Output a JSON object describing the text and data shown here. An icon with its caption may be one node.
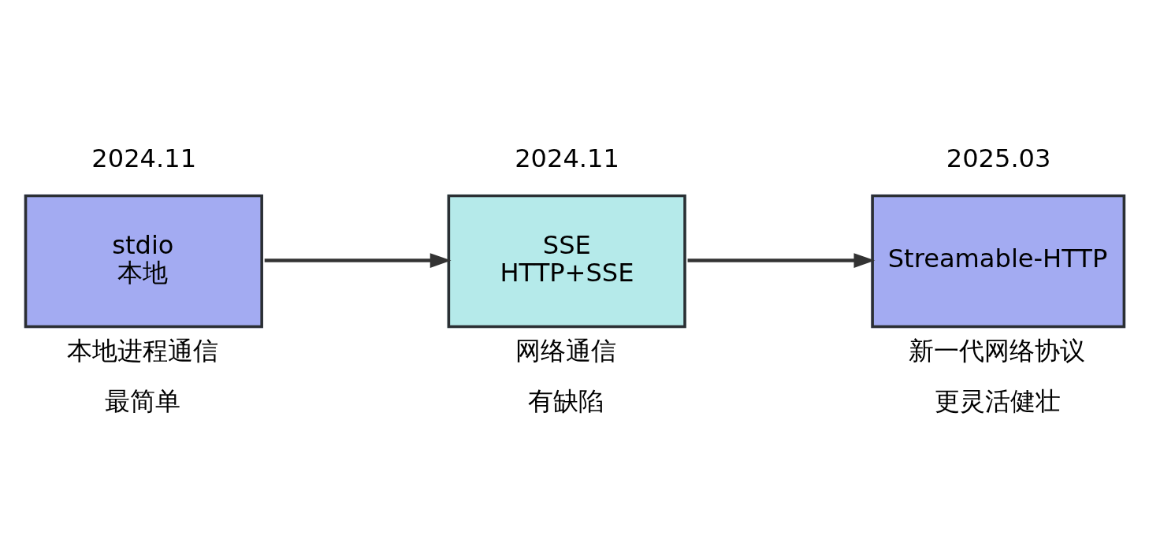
{
  "diagram": {
    "nodes": [
      {
        "text": [
          "stdio",
          "本地"
        ],
        "beside": [
          "2024.11",
          "本地进程通信",
          "最简单"
        ]
      },
      {
        "text": [
          "SSE",
          "HTTP+SSE"
        ],
        "beside": [
          "2024.11",
          "网络通信",
          "有缺陷"
        ]
      },
      {
        "text": [
          "Streamable-HTTP"
        ],
        "beside": [
          "2025.03",
          "新一代网络协议",
          "更灵活健壮"
        ]
      }
    ],
    "edges": [
      {
        "from": 0,
        "to": 1,
        "arrow": "to"
      },
      {
        "from": 1,
        "to": 2,
        "arrow": "to"
      }
    ]
  }
}
